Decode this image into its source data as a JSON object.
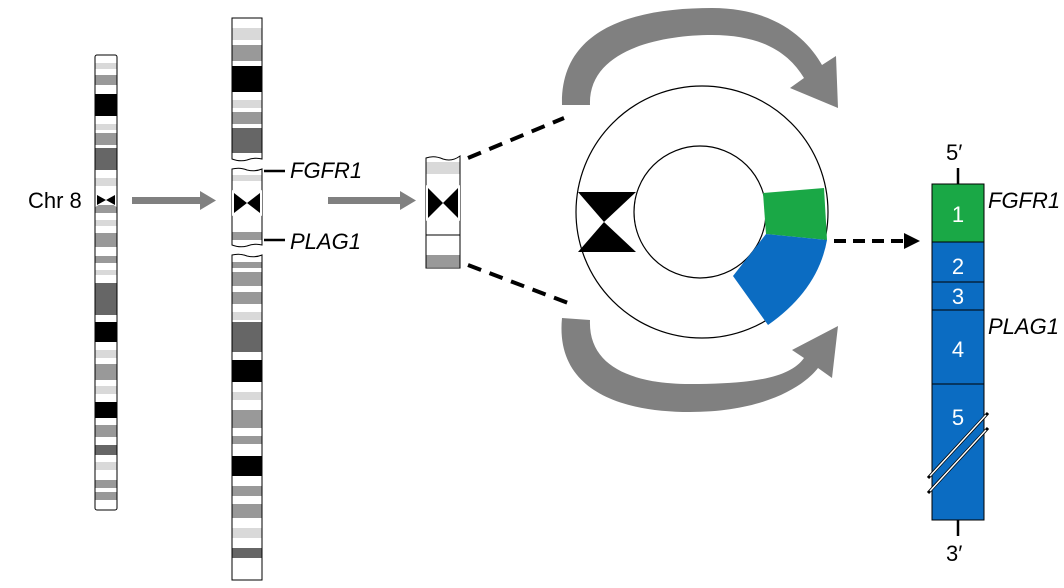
{
  "chromosome_label": "Chr 8",
  "genes": {
    "fgfr1": "FGFR1",
    "plag1": "PLAG1"
  },
  "strand": {
    "five_prime": "5′",
    "three_prime": "3′"
  },
  "fusion_segments": [
    {
      "label": "1",
      "gene": "FGFR1",
      "color": "#1aa846"
    },
    {
      "label": "2",
      "gene": "PLAG1",
      "color": "#0b6cc2"
    },
    {
      "label": "3",
      "gene": "PLAG1",
      "color": "#0b6cc2"
    },
    {
      "label": "4",
      "gene": "PLAG1",
      "color": "#0b6cc2"
    },
    {
      "label": "5",
      "gene": "PLAG1",
      "color": "#0b6cc2"
    }
  ],
  "colors": {
    "fgfr1": "#1aa846",
    "plag1": "#0b6cc2",
    "arrow_gray": "#808080",
    "band_black": "#000000",
    "band_dark": "#666666",
    "band_mid": "#999999",
    "band_light": "#d9d9d9"
  }
}
